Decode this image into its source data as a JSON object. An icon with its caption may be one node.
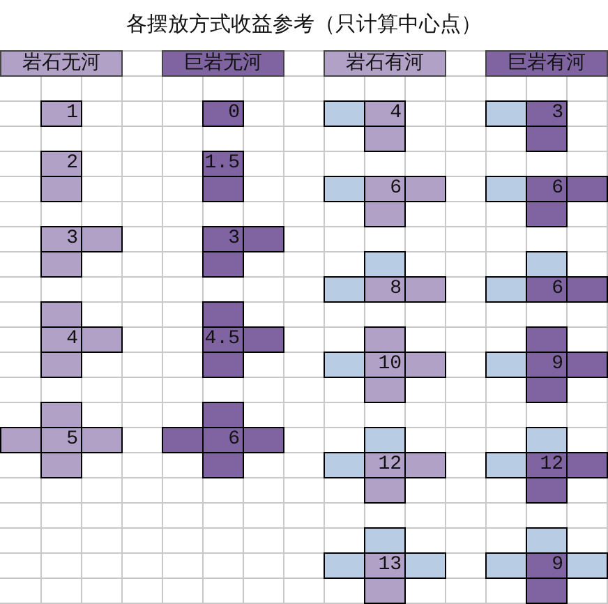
{
  "diagram": {
    "title": "各摆放方式收益参考（只计算中心点）",
    "nodes": [
      {
        "text": [
          "岩石无河"
        ]
      },
      {
        "text": [
          "巨岩无河"
        ]
      },
      {
        "text": [
          "岩石有河"
        ]
      },
      {
        "text": [
          "巨岩有河"
        ]
      },
      {
        "text": [
          "1"
        ]
      },
      {
        "text": [
          "0"
        ]
      },
      {
        "text": [],
        "shape": "box"
      },
      {
        "text": [
          "4"
        ]
      },
      {
        "text": [],
        "shape": "box"
      },
      {
        "text": [
          "3"
        ]
      },
      {
        "text": [],
        "shape": "box"
      },
      {
        "text": [],
        "shape": "box"
      },
      {
        "text": [
          "2"
        ]
      },
      {
        "text": [
          "1.5"
        ]
      },
      {
        "text": [],
        "shape": "box"
      },
      {
        "text": [],
        "shape": "box"
      },
      {
        "text": [],
        "shape": "box"
      },
      {
        "text": [
          "6"
        ]
      },
      {
        "text": [],
        "shape": "box"
      },
      {
        "text": [],
        "shape": "box"
      },
      {
        "text": [
          "6"
        ]
      },
      {
        "text": [],
        "shape": "box"
      },
      {
        "text": [],
        "shape": "box"
      },
      {
        "text": [],
        "shape": "box"
      },
      {
        "text": [
          "3"
        ]
      },
      {
        "text": [],
        "shape": "box"
      },
      {
        "text": [
          "3"
        ]
      },
      {
        "text": [],
        "shape": "box"
      },
      {
        "text": [],
        "shape": "box"
      },
      {
        "text": [],
        "shape": "box"
      },
      {
        "text": [],
        "shape": "box"
      },
      {
        "text": [],
        "shape": "box"
      },
      {
        "text": [],
        "shape": "box"
      },
      {
        "text": [
          "8"
        ]
      },
      {
        "text": [],
        "shape": "box"
      },
      {
        "text": [],
        "shape": "box"
      },
      {
        "text": [
          "6"
        ]
      },
      {
        "text": [],
        "shape": "box"
      },
      {
        "text": [],
        "shape": "box"
      },
      {
        "text": [],
        "shape": "box"
      },
      {
        "text": [
          "4"
        ]
      },
      {
        "text": [],
        "shape": "box"
      },
      {
        "text": [
          "4.5"
        ]
      },
      {
        "text": [],
        "shape": "box"
      },
      {
        "text": [],
        "shape": "box"
      },
      {
        "text": [],
        "shape": "box"
      },
      {
        "text": [],
        "shape": "box"
      },
      {
        "text": [],
        "shape": "box"
      },
      {
        "text": [],
        "shape": "box"
      },
      {
        "text": [
          "10"
        ]
      },
      {
        "text": [],
        "shape": "box"
      },
      {
        "text": [],
        "shape": "box"
      },
      {
        "text": [
          "9"
        ]
      },
      {
        "text": [],
        "shape": "box"
      },
      {
        "text": [],
        "shape": "box"
      },
      {
        "text": [],
        "shape": "box"
      },
      {
        "text": [],
        "shape": "box"
      },
      {
        "text": [],
        "shape": "box"
      },
      {
        "text": [],
        "shape": "box"
      },
      {
        "text": [
          "5"
        ]
      },
      {
        "text": [],
        "shape": "box"
      },
      {
        "text": [],
        "shape": "box"
      },
      {
        "text": [
          "6"
        ]
      },
      {
        "text": [],
        "shape": "box"
      },
      {
        "text": [],
        "shape": "box"
      },
      {
        "text": [],
        "shape": "box"
      },
      {
        "text": [],
        "shape": "box"
      },
      {
        "text": [],
        "shape": "box"
      },
      {
        "text": [],
        "shape": "box"
      },
      {
        "text": [
          "12"
        ]
      },
      {
        "text": [],
        "shape": "box"
      },
      {
        "text": [],
        "shape": "box"
      },
      {
        "text": [
          "12"
        ]
      },
      {
        "text": [],
        "shape": "box"
      },
      {
        "text": [],
        "shape": "box"
      },
      {
        "text": [],
        "shape": "box"
      },
      {
        "text": [],
        "shape": "box"
      },
      {
        "text": [],
        "shape": "box"
      },
      {
        "text": [],
        "shape": "box"
      },
      {
        "text": [
          "13"
        ]
      },
      {
        "text": [],
        "shape": "box"
      },
      {
        "text": [],
        "shape": "box"
      },
      {
        "text": [
          "9"
        ]
      },
      {
        "text": [],
        "shape": "box"
      },
      {
        "text": [],
        "shape": "box"
      },
      {
        "text": [],
        "shape": "box"
      }
    ]
  }
}
